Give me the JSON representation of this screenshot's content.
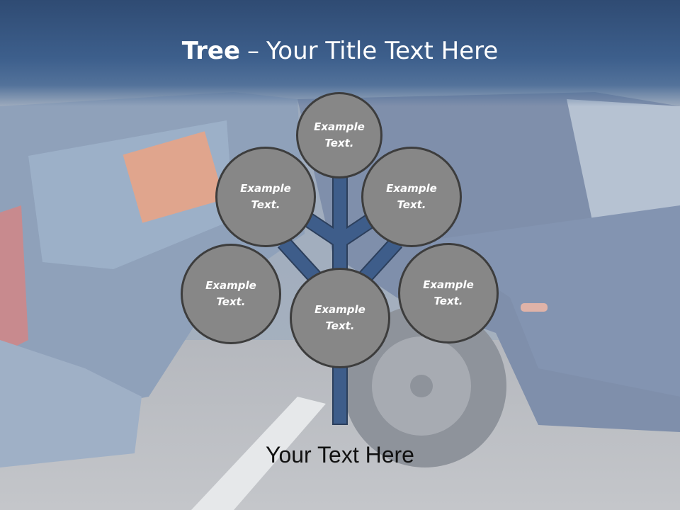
{
  "title": {
    "bold": "Tree",
    "separator": "–",
    "rest": "Your Title Text Here"
  },
  "nodes": [
    {
      "label": "Example\nText."
    },
    {
      "label": "Example\nText."
    },
    {
      "label": "Example\nText."
    },
    {
      "label": "Example\nText."
    },
    {
      "label": "Example\nText."
    },
    {
      "label": "Example\nText."
    }
  ],
  "caption": "Your Text Here",
  "colors": {
    "title_bar": "#2f4b73",
    "branch": "#3e5d8a",
    "node_fill": "#878787",
    "node_border": "#3d3d3d"
  }
}
